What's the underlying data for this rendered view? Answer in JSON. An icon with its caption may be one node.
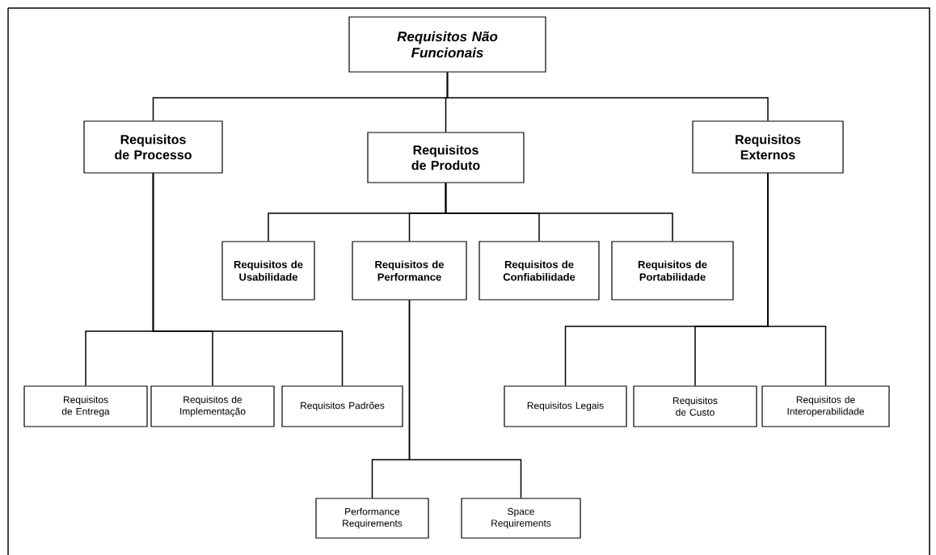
{
  "diagram": {
    "nodes": [
      {
        "text": [
          "Requisitos Não Funcionais"
        ]
      },
      {
        "text": [
          "Requisitos de Processo"
        ]
      },
      {
        "text": [
          "Requisitos de Produto"
        ]
      },
      {
        "text": [
          "Requisitos Externos"
        ]
      },
      {
        "text": [
          "Requisitos de Usabilidade"
        ]
      },
      {
        "text": [
          "Requisitos de Performance"
        ]
      },
      {
        "text": [
          "Requisitos de Confiabilidade"
        ]
      },
      {
        "text": [
          "Requisitos de Portabilidade"
        ]
      },
      {
        "text": [
          "Requisitos de Entrega"
        ]
      },
      {
        "text": [
          "Requisitos de Implementação"
        ]
      },
      {
        "text": [
          "Requisitos Padrões"
        ]
      },
      {
        "text": [
          "Requisitos Legais"
        ]
      },
      {
        "text": [
          "Requisitos de Custo"
        ]
      },
      {
        "text": [
          "Requisitos de Interoperabilidade"
        ]
      },
      {
        "text": [
          "Performance Requirements"
        ]
      },
      {
        "text": [
          "Space Requirements"
        ]
      }
    ],
    "edges": [
      {
        "from": 0,
        "to": 1,
        "arrow": "none"
      },
      {
        "from": 0,
        "to": 2,
        "arrow": "none"
      },
      {
        "from": 0,
        "to": 3,
        "arrow": "none"
      },
      {
        "from": 2,
        "to": 4,
        "arrow": "none"
      },
      {
        "from": 2,
        "to": 5,
        "arrow": "none"
      },
      {
        "from": 2,
        "to": 6,
        "arrow": "none"
      },
      {
        "from": 2,
        "to": 7,
        "arrow": "none"
      },
      {
        "from": 1,
        "to": 8,
        "arrow": "none"
      },
      {
        "from": 1,
        "to": 9,
        "arrow": "none"
      },
      {
        "from": 1,
        "to": 10,
        "arrow": "none"
      },
      {
        "from": 3,
        "to": 11,
        "arrow": "none"
      },
      {
        "from": 3,
        "to": 12,
        "arrow": "none"
      },
      {
        "from": 3,
        "to": 13,
        "arrow": "none"
      },
      {
        "from": 5,
        "to": 14,
        "arrow": "none"
      },
      {
        "from": 5,
        "to": 15,
        "arrow": "none"
      }
    ]
  }
}
